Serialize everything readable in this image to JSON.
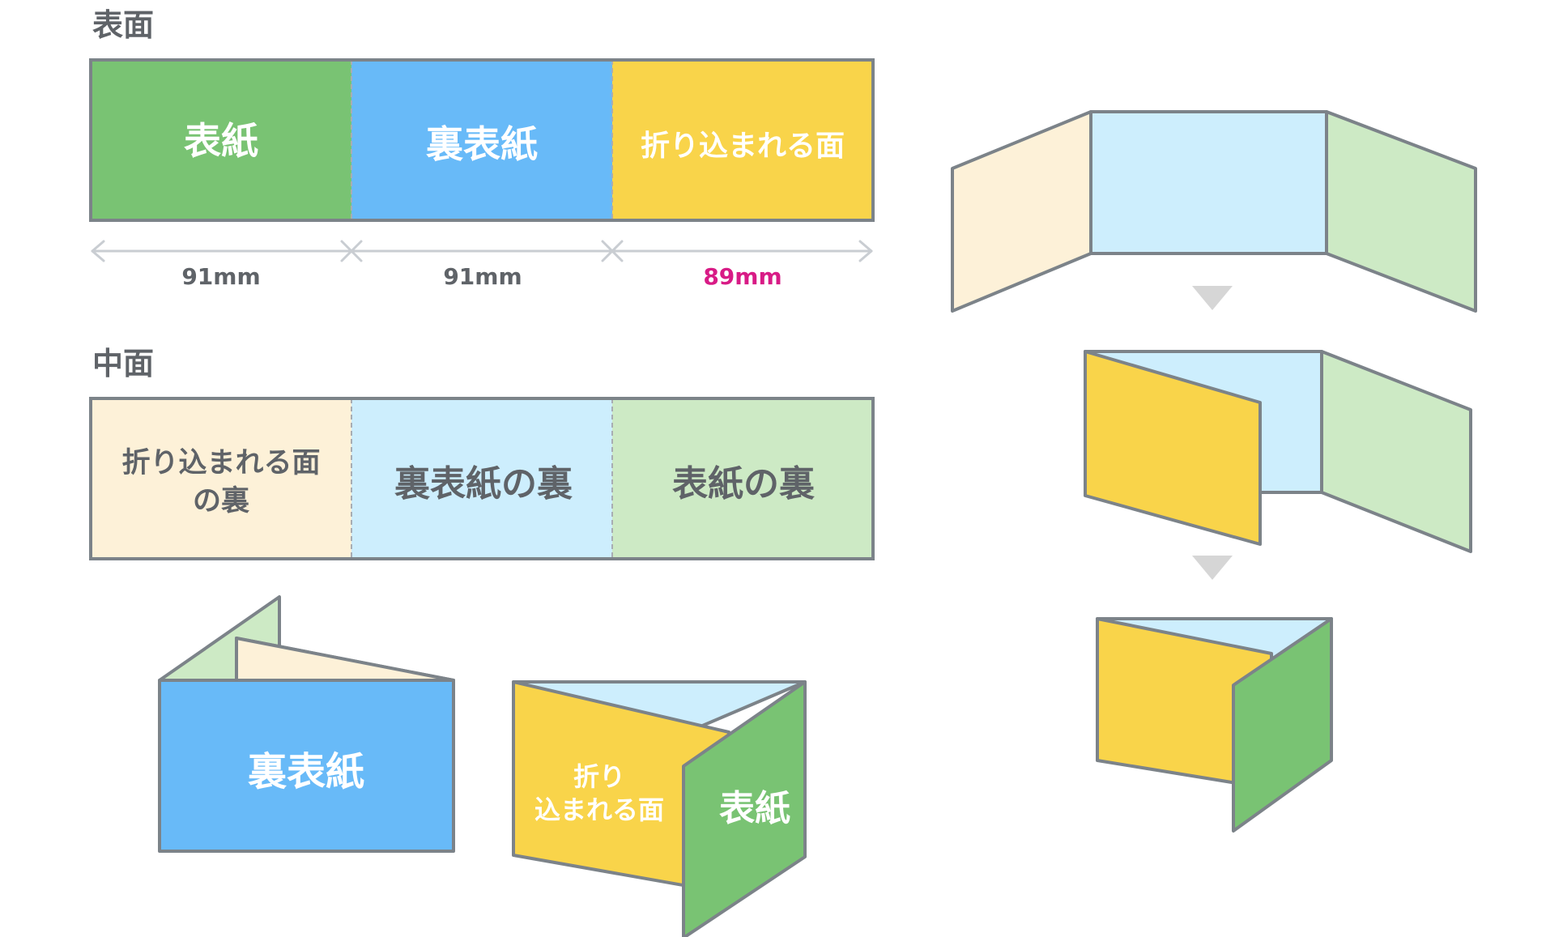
{
  "colors": {
    "outline": "#7c8389",
    "text_gray": "#5f6368",
    "white": "#ffffff",
    "accent_magenta": "#d81b86",
    "arrow_gray": "#c9cdd2",
    "triangle_gray": "#d6d6d6",
    "front_cover": "#79c373",
    "back_cover": "#68baf8",
    "flap": "#f9d44a",
    "flap_inside": "#fdf1d8",
    "back_inside": "#cdeefd",
    "front_inside": "#cdeac5"
  },
  "outside": {
    "heading": "表面",
    "panels": [
      {
        "label": "表紙",
        "color_key": "front_cover"
      },
      {
        "label": "裏表紙",
        "color_key": "back_cover"
      },
      {
        "label": "折り込まれる面",
        "color_key": "flap"
      }
    ],
    "widths": [
      "91mm",
      "91mm",
      "89mm"
    ]
  },
  "inside": {
    "heading": "中面",
    "panels": [
      {
        "label_line1": "折り込まれる面",
        "label_line2": "の裏"
      },
      {
        "label": "裏表紙の裏"
      },
      {
        "label": "表紙の裏"
      }
    ]
  },
  "folded_views": {
    "back_cover_label": "裏表紙",
    "flap_label_line1": "折り",
    "flap_label_line2": "込まれる面",
    "front_cover_label": "表紙"
  }
}
